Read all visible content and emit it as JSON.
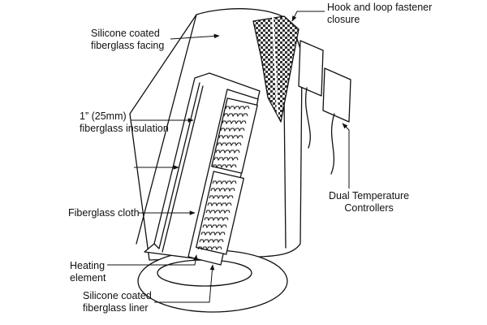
{
  "colors": {
    "background": "#ffffff",
    "stroke": "#111111",
    "mesh_dark": "#333333"
  },
  "labels": {
    "facing": "Silicone coated\nfiberglass facing",
    "insulation": "1” (25mm)\nfiberglass insulation",
    "cloth": "Fiberglass cloth",
    "heating": "Heating\nelement",
    "liner": "Silicone coated\nfiberglass liner",
    "closure": "Hook and loop fastener\nclosure",
    "controllers": "Dual Temperature\nControllers"
  }
}
